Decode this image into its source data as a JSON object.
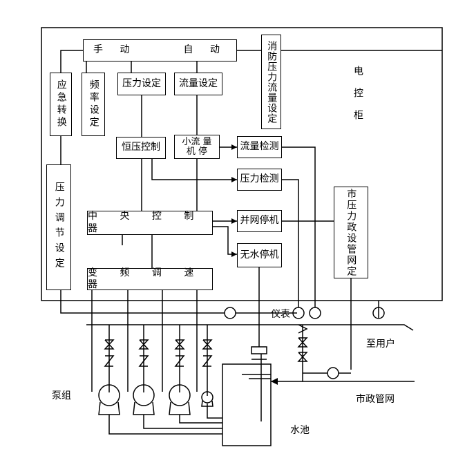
{
  "labels": {
    "manual": "手 动",
    "auto": "自 动",
    "fire_setting": "消防压力流量设定",
    "cabinet": "电控柜",
    "emergency": "应急转换",
    "frequency": "频率设定",
    "pressure_set": "压力设定",
    "flow_set": "流量设定",
    "const_pressure": "恒压控制",
    "small_flow_a": "小流 量",
    "small_flow_b": "机 停",
    "flow_detect": "流量检测",
    "pressure_detect": "压力检测",
    "pressure_adjust": "压力调节设定",
    "central": "中 央 控 制 器",
    "grid_stop": "并网停机",
    "municipal_set": "市压力政设管网定",
    "no_water": "无水停机",
    "vfd": "变 频 调 速 器",
    "meter": "仪表",
    "to_user": "至用户",
    "pump_group": "泵组",
    "municipal_net": "市政管网",
    "pool": "水池"
  }
}
